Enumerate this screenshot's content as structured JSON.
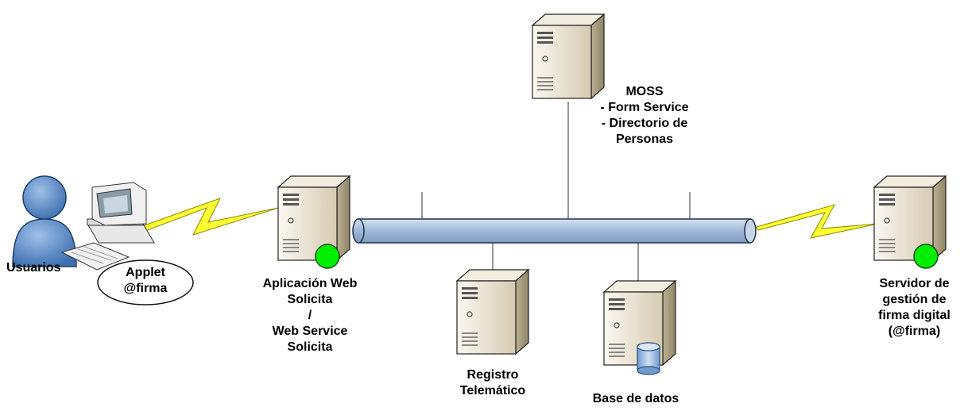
{
  "nodes": {
    "usuarios": {
      "label": "Usuarios"
    },
    "applet": {
      "lines": [
        "Applet",
        "@firma"
      ]
    },
    "webapp": {
      "lines": [
        "Aplicación Web",
        "Solicita",
        "/",
        "Web Service",
        "Solicita"
      ]
    },
    "moss": {
      "lines": [
        "MOSS",
        "- Form Service",
        "- Directorio de",
        "Personas"
      ]
    },
    "registro": {
      "lines": [
        "Registro",
        "Telemático"
      ]
    },
    "basedatos": {
      "label": "Base de datos"
    },
    "servidor_firma": {
      "lines": [
        "Servidor de",
        "gestión de",
        "firma digital",
        "(@firma)"
      ]
    }
  },
  "colors": {
    "bus_fill": "#b8cce4",
    "bus_stroke": "#1f3050",
    "lightning": "#ffff33",
    "status_green": "#00ee00",
    "server_body": "#e6dcc8",
    "user_blue": "#4f81bd"
  },
  "icons": [
    "user-icon",
    "computer-icon",
    "server-icon",
    "database-icon",
    "lightning-icon",
    "status-dot-icon"
  ]
}
